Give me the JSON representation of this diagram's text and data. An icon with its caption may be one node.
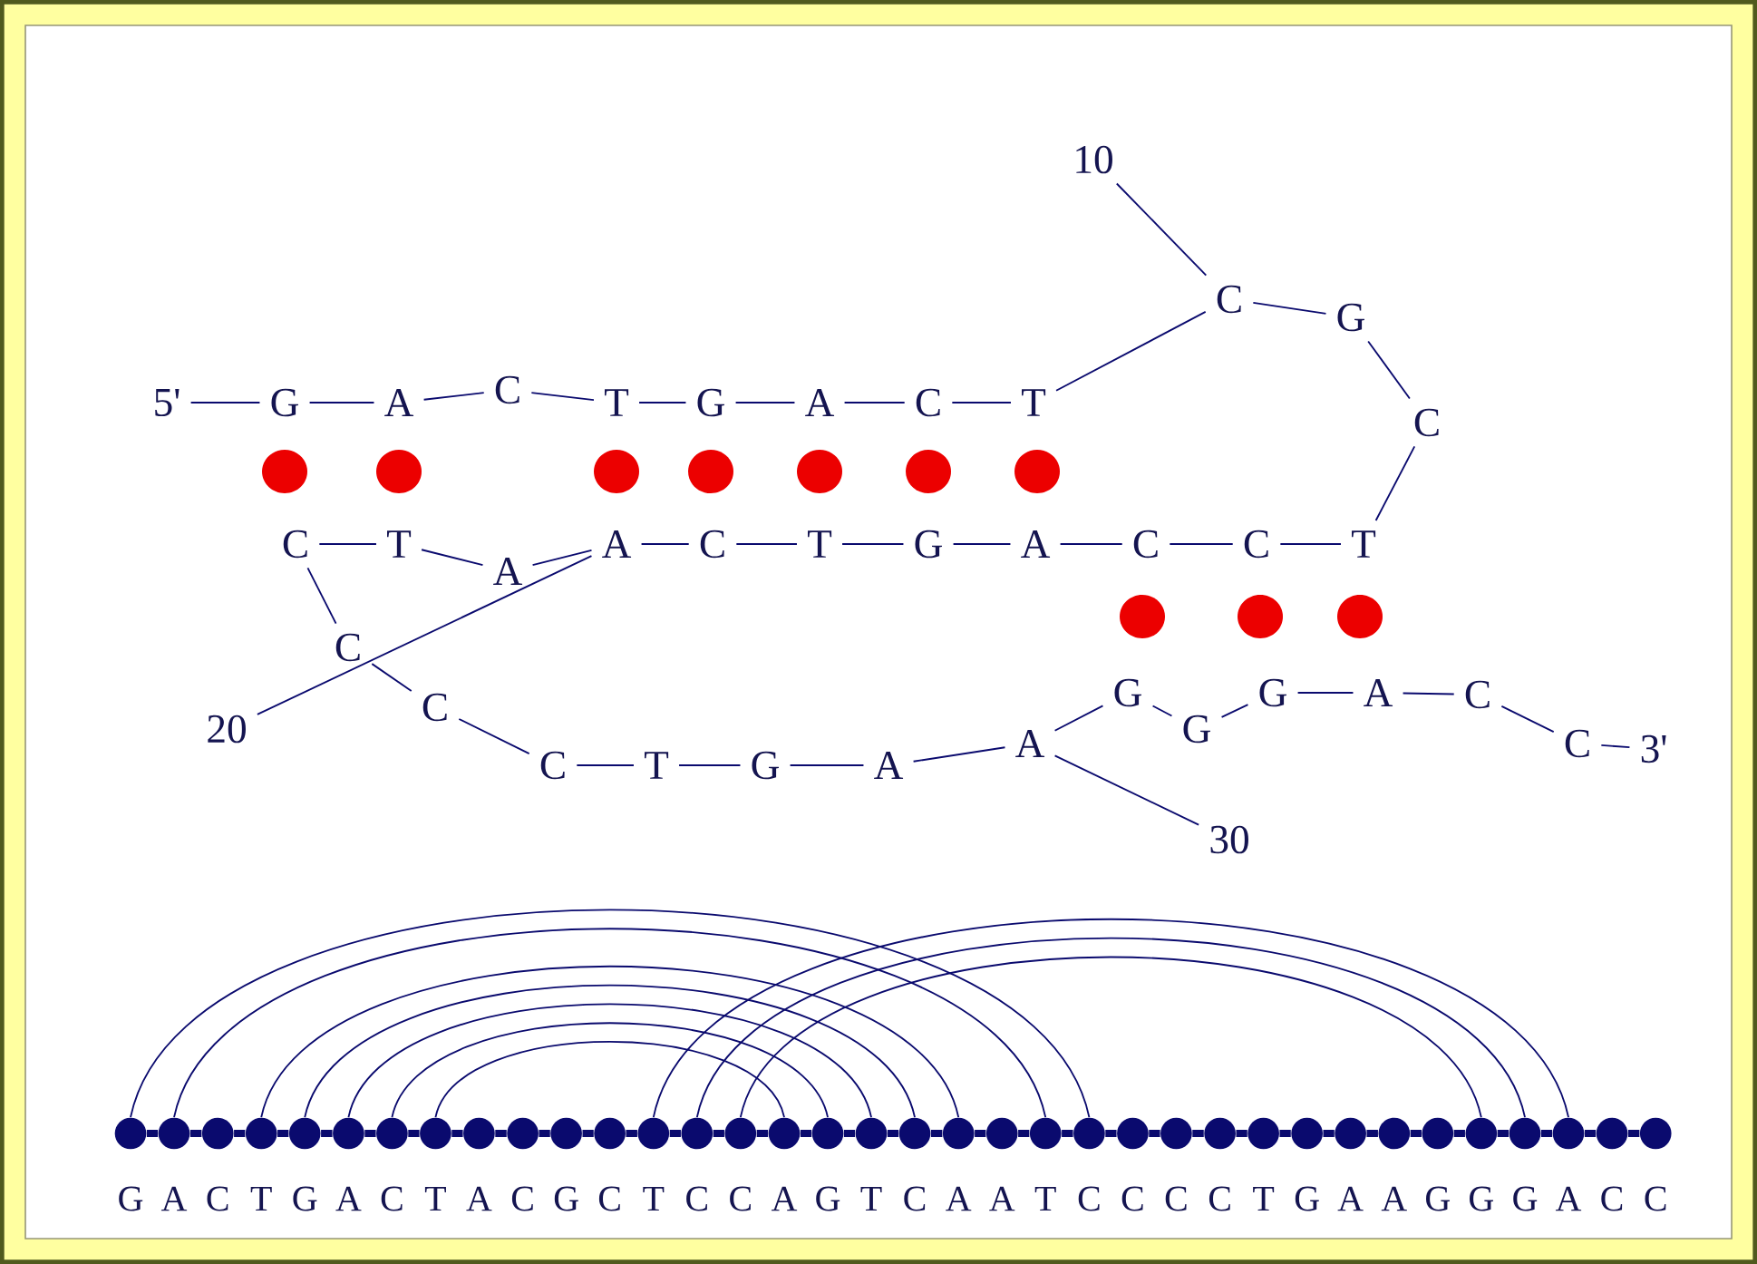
{
  "diagram": {
    "nodes": [
      {
        "text": [
          "10"
        ]
      },
      {
        "text": [
          "5'"
        ]
      },
      {
        "text": [
          "G"
        ]
      },
      {
        "text": [
          "A"
        ]
      },
      {
        "text": [
          "C"
        ]
      },
      {
        "text": [
          "T"
        ]
      },
      {
        "text": [
          "G"
        ]
      },
      {
        "text": [
          "A"
        ]
      },
      {
        "text": [
          "C"
        ]
      },
      {
        "text": [
          "T"
        ]
      },
      {
        "text": [
          "C"
        ]
      },
      {
        "text": [
          "G"
        ]
      },
      {
        "text": [
          "C"
        ]
      },
      {
        "text": [
          "T"
        ]
      },
      {
        "text": [
          "C"
        ]
      },
      {
        "text": [
          "C"
        ]
      },
      {
        "text": [
          "A"
        ]
      },
      {
        "text": [
          "G"
        ]
      },
      {
        "text": [
          "T"
        ]
      },
      {
        "text": [
          "C"
        ]
      },
      {
        "text": [
          "A"
        ]
      },
      {
        "text": [
          "A"
        ]
      },
      {
        "text": [
          "T"
        ]
      },
      {
        "text": [
          "C"
        ]
      },
      {
        "text": [
          "C"
        ]
      },
      {
        "text": [
          "C"
        ]
      },
      {
        "text": [
          "C"
        ]
      },
      {
        "text": [
          "T"
        ]
      },
      {
        "text": [
          "G"
        ]
      },
      {
        "text": [
          "A"
        ]
      },
      {
        "text": [
          "A"
        ]
      },
      {
        "text": [
          "G"
        ]
      },
      {
        "text": [
          "G"
        ]
      },
      {
        "text": [
          "G"
        ]
      },
      {
        "text": [
          "A"
        ]
      },
      {
        "text": [
          "C"
        ]
      },
      {
        "text": [
          "C"
        ]
      },
      {
        "text": [
          "3'"
        ]
      },
      {
        "text": [
          "20"
        ]
      },
      {
        "text": [
          "30"
        ]
      },
      {
        "text": [],
        "shape": "circle",
        "beside": [
          "G"
        ]
      },
      {
        "text": [],
        "shape": "circle",
        "beside": [
          "A"
        ]
      },
      {
        "text": [],
        "shape": "circle",
        "beside": [
          "C"
        ]
      },
      {
        "text": [],
        "shape": "circle",
        "beside": [
          "T"
        ]
      },
      {
        "text": [],
        "shape": "circle",
        "beside": [
          "G"
        ]
      },
      {
        "text": [],
        "shape": "circle",
        "beside": [
          "A"
        ]
      },
      {
        "text": [],
        "shape": "circle",
        "beside": [
          "C"
        ]
      },
      {
        "text": [],
        "shape": "circle",
        "beside": [
          "T"
        ]
      },
      {
        "text": [],
        "shape": "circle",
        "beside": [
          "A"
        ]
      },
      {
        "text": [],
        "shape": "circle",
        "beside": [
          "C"
        ]
      },
      {
        "text": [],
        "shape": "circle",
        "beside": [
          "G"
        ]
      },
      {
        "text": [],
        "shape": "circle",
        "beside": [
          "C"
        ]
      },
      {
        "text": [],
        "shape": "circle",
        "beside": [
          "T"
        ]
      },
      {
        "text": [],
        "shape": "circle",
        "beside": [
          "C"
        ]
      },
      {
        "text": [],
        "shape": "circle",
        "beside": [
          "C"
        ]
      },
      {
        "text": [],
        "shape": "circle",
        "beside": [
          "A"
        ]
      },
      {
        "text": [],
        "shape": "circle",
        "beside": [
          "G"
        ]
      },
      {
        "text": [],
        "shape": "circle",
        "beside": [
          "T"
        ]
      },
      {
        "text": [],
        "shape": "circle",
        "beside": [
          "C"
        ]
      },
      {
        "text": [],
        "shape": "circle",
        "beside": [
          "A"
        ]
      },
      {
        "text": [],
        "shape": "circle",
        "beside": [
          "A"
        ]
      },
      {
        "text": [],
        "shape": "circle",
        "beside": [
          "T"
        ]
      },
      {
        "text": [],
        "shape": "circle",
        "beside": [
          "C"
        ]
      },
      {
        "text": [],
        "shape": "circle",
        "beside": [
          "C"
        ]
      },
      {
        "text": [],
        "shape": "circle",
        "beside": [
          "C"
        ]
      },
      {
        "text": [],
        "shape": "circle",
        "beside": [
          "C"
        ]
      },
      {
        "text": [],
        "shape": "circle",
        "beside": [
          "T"
        ]
      },
      {
        "text": [],
        "shape": "circle",
        "beside": [
          "G"
        ]
      },
      {
        "text": [],
        "shape": "circle",
        "beside": [
          "A"
        ]
      },
      {
        "text": [],
        "shape": "circle",
        "beside": [
          "A"
        ]
      },
      {
        "text": [],
        "shape": "circle",
        "beside": [
          "G"
        ]
      },
      {
        "text": [],
        "shape": "circle",
        "beside": [
          "G"
        ]
      },
      {
        "text": [],
        "shape": "circle",
        "beside": [
          "G"
        ]
      },
      {
        "text": [],
        "shape": "circle",
        "beside": [
          "A"
        ]
      },
      {
        "text": [],
        "shape": "circle",
        "beside": [
          "C"
        ]
      },
      {
        "text": [],
        "shape": "circle",
        "beside": [
          "C"
        ]
      }
    ],
    "edges": [
      {
        "from": 1,
        "to": 2,
        "arrow": "none"
      },
      {
        "from": 2,
        "to": 3,
        "arrow": "none"
      },
      {
        "from": 3,
        "to": 4,
        "arrow": "none"
      },
      {
        "from": 4,
        "to": 5,
        "arrow": "none"
      },
      {
        "from": 5,
        "to": 6,
        "arrow": "none"
      },
      {
        "from": 6,
        "to": 7,
        "arrow": "none"
      },
      {
        "from": 7,
        "to": 8,
        "arrow": "none"
      },
      {
        "from": 8,
        "to": 9,
        "arrow": "none"
      },
      {
        "from": 9,
        "to": 10,
        "arrow": "none"
      },
      {
        "from": 10,
        "to": 11,
        "arrow": "none"
      },
      {
        "from": 11,
        "to": 12,
        "arrow": "none"
      },
      {
        "from": 12,
        "to": 13,
        "arrow": "none"
      },
      {
        "from": 13,
        "to": 14,
        "arrow": "none"
      },
      {
        "from": 14,
        "to": 15,
        "arrow": "none"
      },
      {
        "from": 15,
        "to": 16,
        "arrow": "none"
      },
      {
        "from": 16,
        "to": 17,
        "arrow": "none"
      },
      {
        "from": 17,
        "to": 18,
        "arrow": "none"
      },
      {
        "from": 18,
        "to": 19,
        "arrow": "none"
      },
      {
        "from": 19,
        "to": 20,
        "arrow": "none"
      },
      {
        "from": 20,
        "to": 21,
        "arrow": "none"
      },
      {
        "from": 21,
        "to": 22,
        "arrow": "none"
      },
      {
        "from": 22,
        "to": 23,
        "arrow": "none"
      },
      {
        "from": 23,
        "to": 24,
        "arrow": "none"
      },
      {
        "from": 24,
        "to": 25,
        "arrow": "none"
      },
      {
        "from": 25,
        "to": 26,
        "arrow": "none"
      },
      {
        "from": 26,
        "to": 27,
        "arrow": "none"
      },
      {
        "from": 27,
        "to": 28,
        "arrow": "none"
      },
      {
        "from": 28,
        "to": 29,
        "arrow": "none"
      },
      {
        "from": 29,
        "to": 30,
        "arrow": "none"
      },
      {
        "from": 30,
        "to": 31,
        "arrow": "none"
      },
      {
        "from": 31,
        "to": 32,
        "arrow": "none"
      },
      {
        "from": 32,
        "to": 33,
        "arrow": "none"
      },
      {
        "from": 33,
        "to": 34,
        "arrow": "none"
      },
      {
        "from": 34,
        "to": 35,
        "arrow": "none"
      },
      {
        "from": 35,
        "to": 36,
        "arrow": "none"
      },
      {
        "from": 36,
        "to": 37,
        "arrow": "none"
      },
      {
        "from": 0,
        "to": 10,
        "arrow": "none"
      },
      {
        "from": 38,
        "to": 20,
        "arrow": "none"
      },
      {
        "from": 39,
        "to": 30,
        "arrow": "none"
      },
      {
        "from": 40,
        "to": 41,
        "arrow": "none",
        "style": "thick"
      },
      {
        "from": 41,
        "to": 42,
        "arrow": "none",
        "style": "thick"
      },
      {
        "from": 42,
        "to": 43,
        "arrow": "none",
        "style": "thick"
      },
      {
        "from": 43,
        "to": 44,
        "arrow": "none",
        "style": "thick"
      },
      {
        "from": 44,
        "to": 45,
        "arrow": "none",
        "style": "thick"
      },
      {
        "from": 45,
        "to": 46,
        "arrow": "none",
        "style": "thick"
      },
      {
        "from": 46,
        "to": 47,
        "arrow": "none",
        "style": "thick"
      },
      {
        "from": 47,
        "to": 48,
        "arrow": "none",
        "style": "thick"
      },
      {
        "from": 48,
        "to": 49,
        "arrow": "none",
        "style": "thick"
      },
      {
        "from": 49,
        "to": 50,
        "arrow": "none",
        "style": "thick"
      },
      {
        "from": 50,
        "to": 51,
        "arrow": "none",
        "style": "thick"
      },
      {
        "from": 51,
        "to": 52,
        "arrow": "none",
        "style": "thick"
      },
      {
        "from": 52,
        "to": 53,
        "arrow": "none",
        "style": "thick"
      },
      {
        "from": 53,
        "to": 54,
        "arrow": "none",
        "style": "thick"
      },
      {
        "from": 54,
        "to": 55,
        "arrow": "none",
        "style": "thick"
      },
      {
        "from": 55,
        "to": 56,
        "arrow": "none",
        "style": "thick"
      },
      {
        "from": 56,
        "to": 57,
        "arrow": "none",
        "style": "thick"
      },
      {
        "from": 57,
        "to": 58,
        "arrow": "none",
        "style": "thick"
      },
      {
        "from": 58,
        "to": 59,
        "arrow": "none",
        "style": "thick"
      },
      {
        "from": 59,
        "to": 60,
        "arrow": "none",
        "style": "thick"
      },
      {
        "from": 60,
        "to": 61,
        "arrow": "none",
        "style": "thick"
      },
      {
        "from": 61,
        "to": 62,
        "arrow": "none",
        "style": "thick"
      },
      {
        "from": 62,
        "to": 63,
        "arrow": "none",
        "style": "thick"
      },
      {
        "from": 63,
        "to": 64,
        "arrow": "none",
        "style": "thick"
      },
      {
        "from": 64,
        "to": 65,
        "arrow": "none",
        "style": "thick"
      },
      {
        "from": 65,
        "to": 66,
        "arrow": "none",
        "style": "thick"
      },
      {
        "from": 66,
        "to": 67,
        "arrow": "none",
        "style": "thick"
      },
      {
        "from": 67,
        "to": 68,
        "arrow": "none",
        "style": "thick"
      },
      {
        "from": 68,
        "to": 69,
        "arrow": "none",
        "style": "thick"
      },
      {
        "from": 69,
        "to": 70,
        "arrow": "none",
        "style": "thick"
      },
      {
        "from": 70,
        "to": 71,
        "arrow": "none",
        "style": "thick"
      },
      {
        "from": 71,
        "to": 72,
        "arrow": "none",
        "style": "thick"
      },
      {
        "from": 72,
        "to": 73,
        "arrow": "none",
        "style": "thick"
      },
      {
        "from": 73,
        "to": 74,
        "arrow": "none",
        "style": "thick"
      },
      {
        "from": 74,
        "to": 75,
        "arrow": "none",
        "style": "thick"
      },
      {
        "from": 40,
        "to": 62,
        "arrow": "none"
      },
      {
        "from": 41,
        "to": 61,
        "arrow": "none"
      },
      {
        "from": 43,
        "to": 59,
        "arrow": "none"
      },
      {
        "from": 44,
        "to": 58,
        "arrow": "none"
      },
      {
        "from": 45,
        "to": 57,
        "arrow": "none"
      },
      {
        "from": 46,
        "to": 56,
        "arrow": "none"
      },
      {
        "from": 47,
        "to": 55,
        "arrow": "none"
      },
      {
        "from": 52,
        "to": 73,
        "arrow": "none"
      },
      {
        "from": 53,
        "to": 72,
        "arrow": "none"
      },
      {
        "from": 54,
        "to": 71,
        "arrow": "none"
      }
    ]
  }
}
